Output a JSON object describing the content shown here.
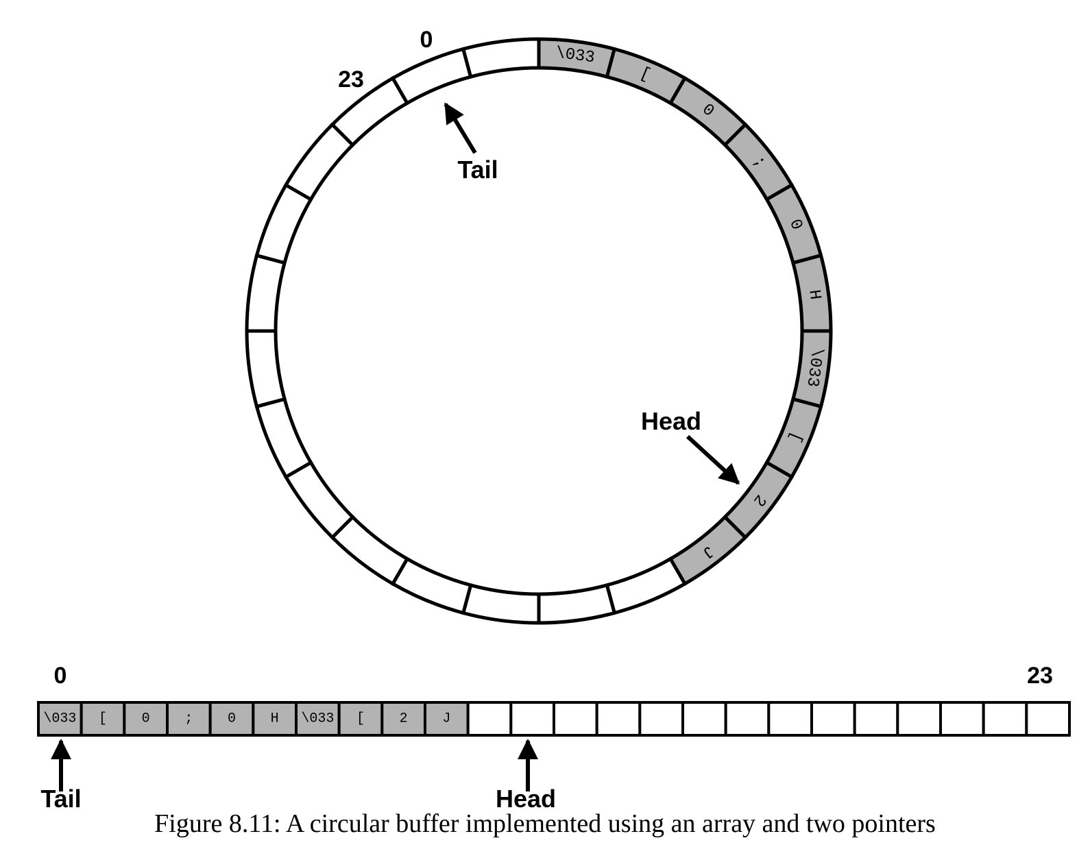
{
  "buffer": {
    "size": 24,
    "cells": [
      "\\033",
      "[",
      "0",
      ";",
      "0",
      "H",
      "\\033",
      "[",
      "2",
      "J",
      "",
      "",
      "",
      "",
      "",
      "",
      "",
      "",
      "",
      "",
      "",
      "",
      "",
      ""
    ],
    "filled_color": "#b3b3b3",
    "empty_color": "#ffffff"
  },
  "ring": {
    "first_index_label": "0",
    "last_index_label": "23",
    "tail_label": "Tail",
    "head_label": "Head"
  },
  "array": {
    "first_index_label": "0",
    "last_index_label": "23",
    "tail_label": "Tail",
    "head_label": "Head"
  },
  "caption": "Figure 8.11: A circular buffer implemented using an array and two pointers"
}
